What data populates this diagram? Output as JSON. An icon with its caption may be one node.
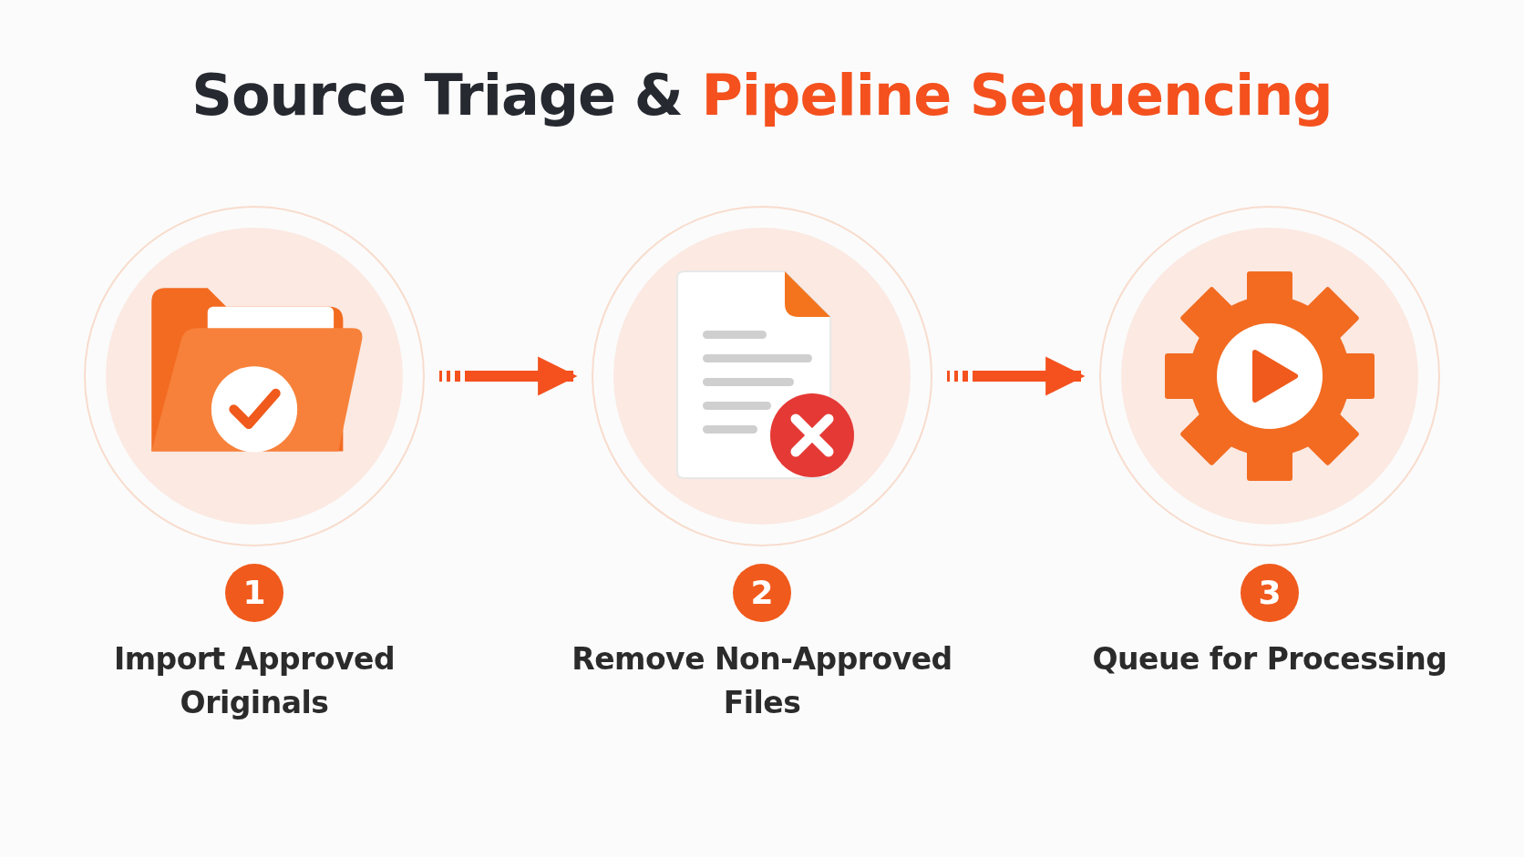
{
  "diagram": {
    "title": "Source Triage & **Pipeline Sequencing**",
    "nodes": [
      {
        "text": [],
        "shape": "circle",
        "beside": [
          "1",
          "Import Approved Originals"
        ]
      },
      {
        "text": [],
        "shape": "circle",
        "beside": [
          "2",
          "Remove Non-Approved Files"
        ]
      },
      {
        "text": [],
        "shape": "circle",
        "beside": [
          "3",
          "Queue for Processing"
        ]
      }
    ],
    "edges": [
      {
        "from": 0,
        "to": 1,
        "arrow": "to"
      },
      {
        "from": 1,
        "to": 2,
        "arrow": "to"
      }
    ]
  }
}
